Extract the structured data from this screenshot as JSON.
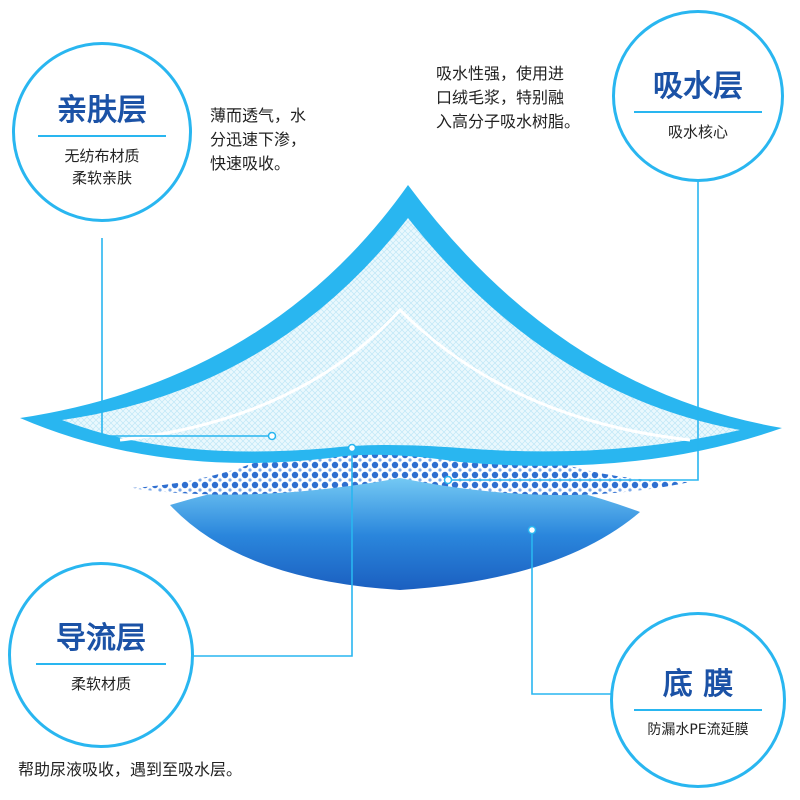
{
  "layers": [
    {
      "key": "skin",
      "title": "亲肤层",
      "sub_lines": [
        "无纺布材质",
        "柔软亲肤"
      ]
    },
    {
      "key": "absorb",
      "title": "吸水层",
      "sub_lines": [
        "吸水核心"
      ]
    },
    {
      "key": "flow",
      "title": "导流层",
      "sub_lines": [
        "柔软材质"
      ]
    },
    {
      "key": "film",
      "title": "底 膜",
      "sub_lines": [
        "防漏水PE流延膜"
      ]
    }
  ],
  "descriptions": {
    "skin": [
      "薄而透气，水",
      "分迅速下渗，",
      "快速吸收。"
    ],
    "absorb": [
      "吸水性强，使用进",
      "口绒毛浆，特别融",
      "入高分子吸水树脂。"
    ],
    "flow": [
      "帮助尿液吸收，遇到至吸水层。"
    ]
  },
  "colors": {
    "accent": "#29b6f0",
    "title": "#1b52a6",
    "film_dark": "#1b5fc0",
    "film_light": "#7fd3f7",
    "dots": "#2f6fd0"
  }
}
